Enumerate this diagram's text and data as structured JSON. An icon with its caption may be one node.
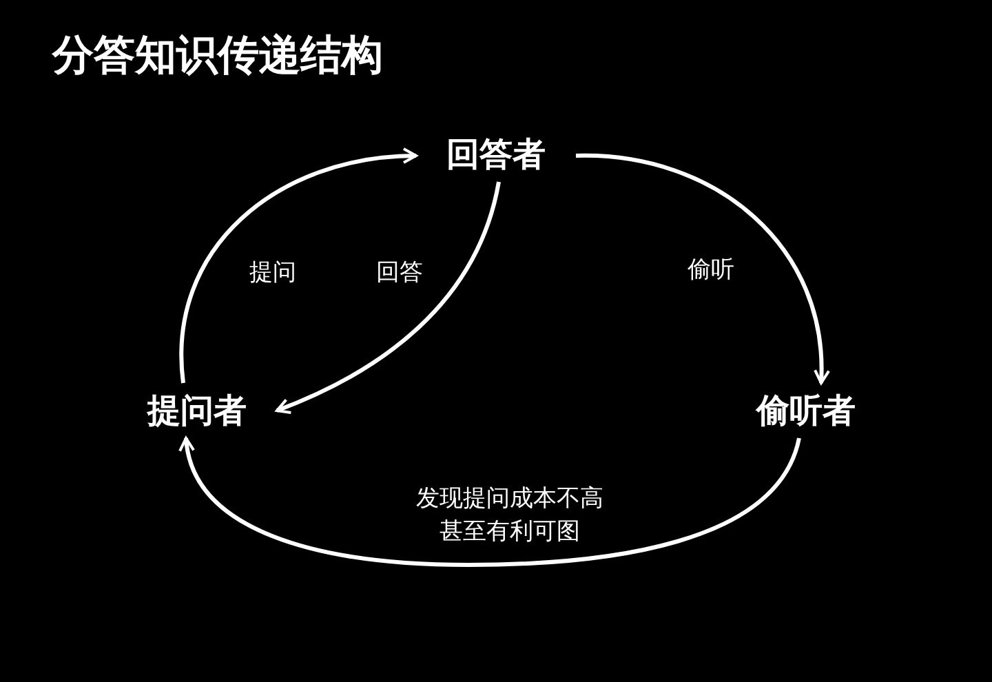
{
  "diagram": {
    "title": "分答知识传递结构",
    "nodes": [
      {
        "text": [
          "回答者"
        ]
      },
      {
        "text": [
          "提问者"
        ]
      },
      {
        "text": [
          "偷听者"
        ]
      }
    ],
    "edges": [
      {
        "from": 1,
        "to": 0,
        "arrow": "to",
        "label": "提问"
      },
      {
        "from": 0,
        "to": 1,
        "arrow": "to",
        "label": "回答"
      },
      {
        "from": 0,
        "to": 2,
        "arrow": "to",
        "label": "偷听"
      },
      {
        "from": 2,
        "to": 1,
        "arrow": "to",
        "label": "发现提问成本不高甚至有利可图"
      }
    ]
  }
}
